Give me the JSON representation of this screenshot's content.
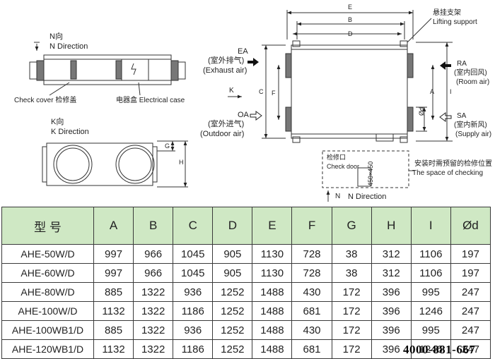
{
  "n_view": {
    "title_cn": "N向",
    "title_en": "N Direction",
    "check_cover": "Check cover 检修盖",
    "electrical_case": "电器盒 Electrical case"
  },
  "k_view": {
    "title_cn": "K向",
    "title_en": "K Direction",
    "dim_g": "G",
    "dim_h": "H"
  },
  "plan_view": {
    "dim_e": "E",
    "dim_b": "B",
    "dim_d": "D",
    "dim_c": "C",
    "dim_f": "F",
    "dim_a": "A",
    "dim_i": "I",
    "dim_od": "Ød",
    "k_arrow": "K",
    "lifting_cn": "悬挂支架",
    "lifting_en": "Lifting support",
    "ea_code": "EA",
    "ea_cn": "(室外排气)",
    "ea_en": "(Exhaust air)",
    "oa_code": "OA",
    "oa_cn": "(室外进气)",
    "oa_en": "(Outdoor air)",
    "ra_code": "RA",
    "ra_cn": "(室内回风)",
    "ra_en": "(Room air)",
    "sa_code": "SA",
    "sa_cn": "(室内新风)",
    "sa_en": "(Supply air)",
    "check_door_cn": "检修口",
    "check_door_en": "Check door",
    "check_door_size": "450×450",
    "space_cn": "安装时需预留的检修位置",
    "space_en": "The space of checking",
    "n_direction": "N Direction",
    "n_letter": "N"
  },
  "table": {
    "headers": [
      "型 号",
      "A",
      "B",
      "C",
      "D",
      "E",
      "F",
      "G",
      "H",
      "I",
      "Ød"
    ],
    "rows": [
      [
        "AHE-50W/D",
        "997",
        "966",
        "1045",
        "905",
        "1130",
        "728",
        "38",
        "312",
        "1106",
        "197"
      ],
      [
        "AHE-60W/D",
        "997",
        "966",
        "1045",
        "905",
        "1130",
        "728",
        "38",
        "312",
        "1106",
        "197"
      ],
      [
        "AHE-80W/D",
        "885",
        "1322",
        "936",
        "1252",
        "1488",
        "430",
        "172",
        "396",
        "995",
        "247"
      ],
      [
        "AHE-100W/D",
        "1132",
        "1322",
        "1186",
        "1252",
        "1488",
        "681",
        "172",
        "396",
        "1246",
        "247"
      ],
      [
        "AHE-100WB1/D",
        "885",
        "1322",
        "936",
        "1252",
        "1488",
        "430",
        "172",
        "396",
        "995",
        "247"
      ],
      [
        "AHE-120WB1/D",
        "1132",
        "1322",
        "1186",
        "1252",
        "1488",
        "681",
        "172",
        "396",
        "1246",
        "247"
      ]
    ]
  },
  "phone": "4000-881-667",
  "colors": {
    "header_bg": "#cfe8c4",
    "line": "#333333"
  }
}
